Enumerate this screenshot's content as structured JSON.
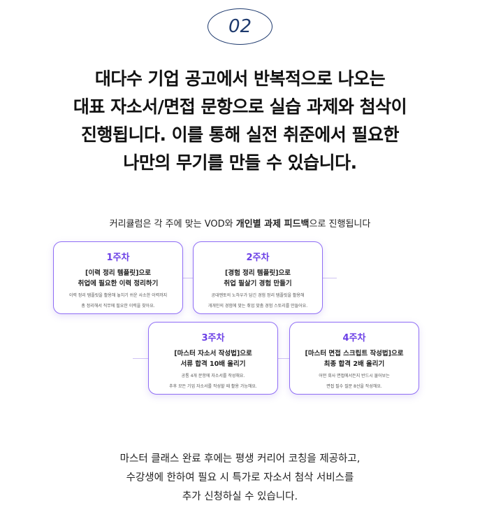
{
  "badge": "02",
  "headline": [
    "대다수 기업 공고에서 반복적으로 나오는",
    "대표 자소서/면접 문항으로 실습 과제와 첨삭이",
    "진행됩니다. 이를 통해 실전 취준에서 필요한",
    "나만의 무기를 만들 수 있습니다."
  ],
  "curriculum": {
    "prefix": "커리큘럼은 각 주에 맞는 VOD와 ",
    "bold": "개인별 과제 피드백",
    "suffix": "으로 진행됩니다"
  },
  "cards": [
    {
      "week": "1주차",
      "title1": "[이력 정리 템플릿]으로",
      "title2": "취업에 필요한 이력 정리하기",
      "desc1": "이력 정리 템플릿을 활용해 놓치기 쉬운 사소한 이력까지",
      "desc2": "총 정리해서 직무에 필요한 이력을 찾아요."
    },
    {
      "week": "2주차",
      "title1": "[경험 정리 템플릿]으로",
      "title2": "취업 필살기 경험 만들기",
      "desc1": "공대멘토의 노하우가 담긴 경험 정리 템플릿을 활용해",
      "desc2": "개개인의 경험에 맞는 취업 맞춤 경험 스토리를 만들어요."
    },
    {
      "week": "3주차",
      "title1": "[마스터 자소서 작성법]으로",
      "title2": "서류 합격 10배 올리기",
      "desc1": "공통 4개 문항에 자소서를 작성해요.",
      "desc2": "추후 모든 기업 자소서를 작성할 때 활용 가능해요."
    },
    {
      "week": "4주차",
      "title1": "[마스터 면접 스크립트 작성법]으로",
      "title2": "최종 합격 2배 올리기",
      "desc1": "어떤 회사 면접에서든지 반드시 물어보는",
      "desc2": "면접 필수 질문 8선을 작성해요."
    }
  ],
  "closing": [
    "마스터 클래스 완료 후에는 평생 커리어 코칭을 제공하고,",
    "수강생에 한하여 필요 시 특가로 자소서 첨삭 서비스를",
    "추가 신청하실 수 있습니다."
  ],
  "colors": {
    "accent": "#6b3fe6",
    "badge": "#1e3a6e",
    "card_border": "#8f6df5"
  }
}
